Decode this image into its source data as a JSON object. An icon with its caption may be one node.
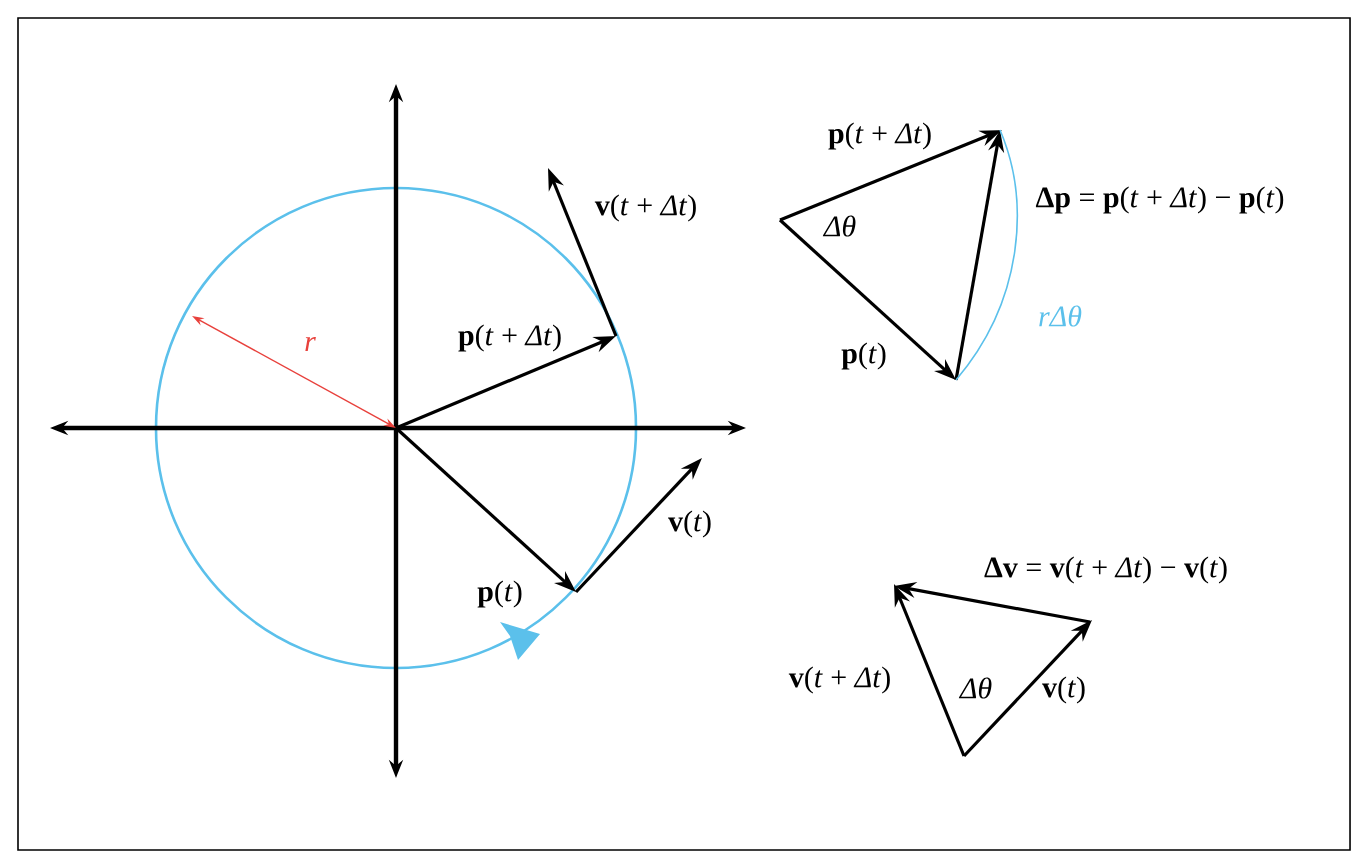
{
  "diagram": {
    "labels": [
      "**v**(*t* + *Δt*)",
      "*r*",
      "**p**(*t* + *Δt*)",
      "**v**(*t*)",
      "**p**(*t*)",
      "**p**(*t* + *Δt*)",
      "*Δθ*",
      "**Δp** = **p**(*t* + *Δt*) − **p**(*t*)",
      "**p**(*t*)",
      "*rΔθ*",
      "**Δv** = **v**(*t* + *Δt*) − **v**(*t*)",
      "**v**(*t* + *Δt*)",
      "*Δθ*",
      "**v**(*t*)"
    ]
  }
}
